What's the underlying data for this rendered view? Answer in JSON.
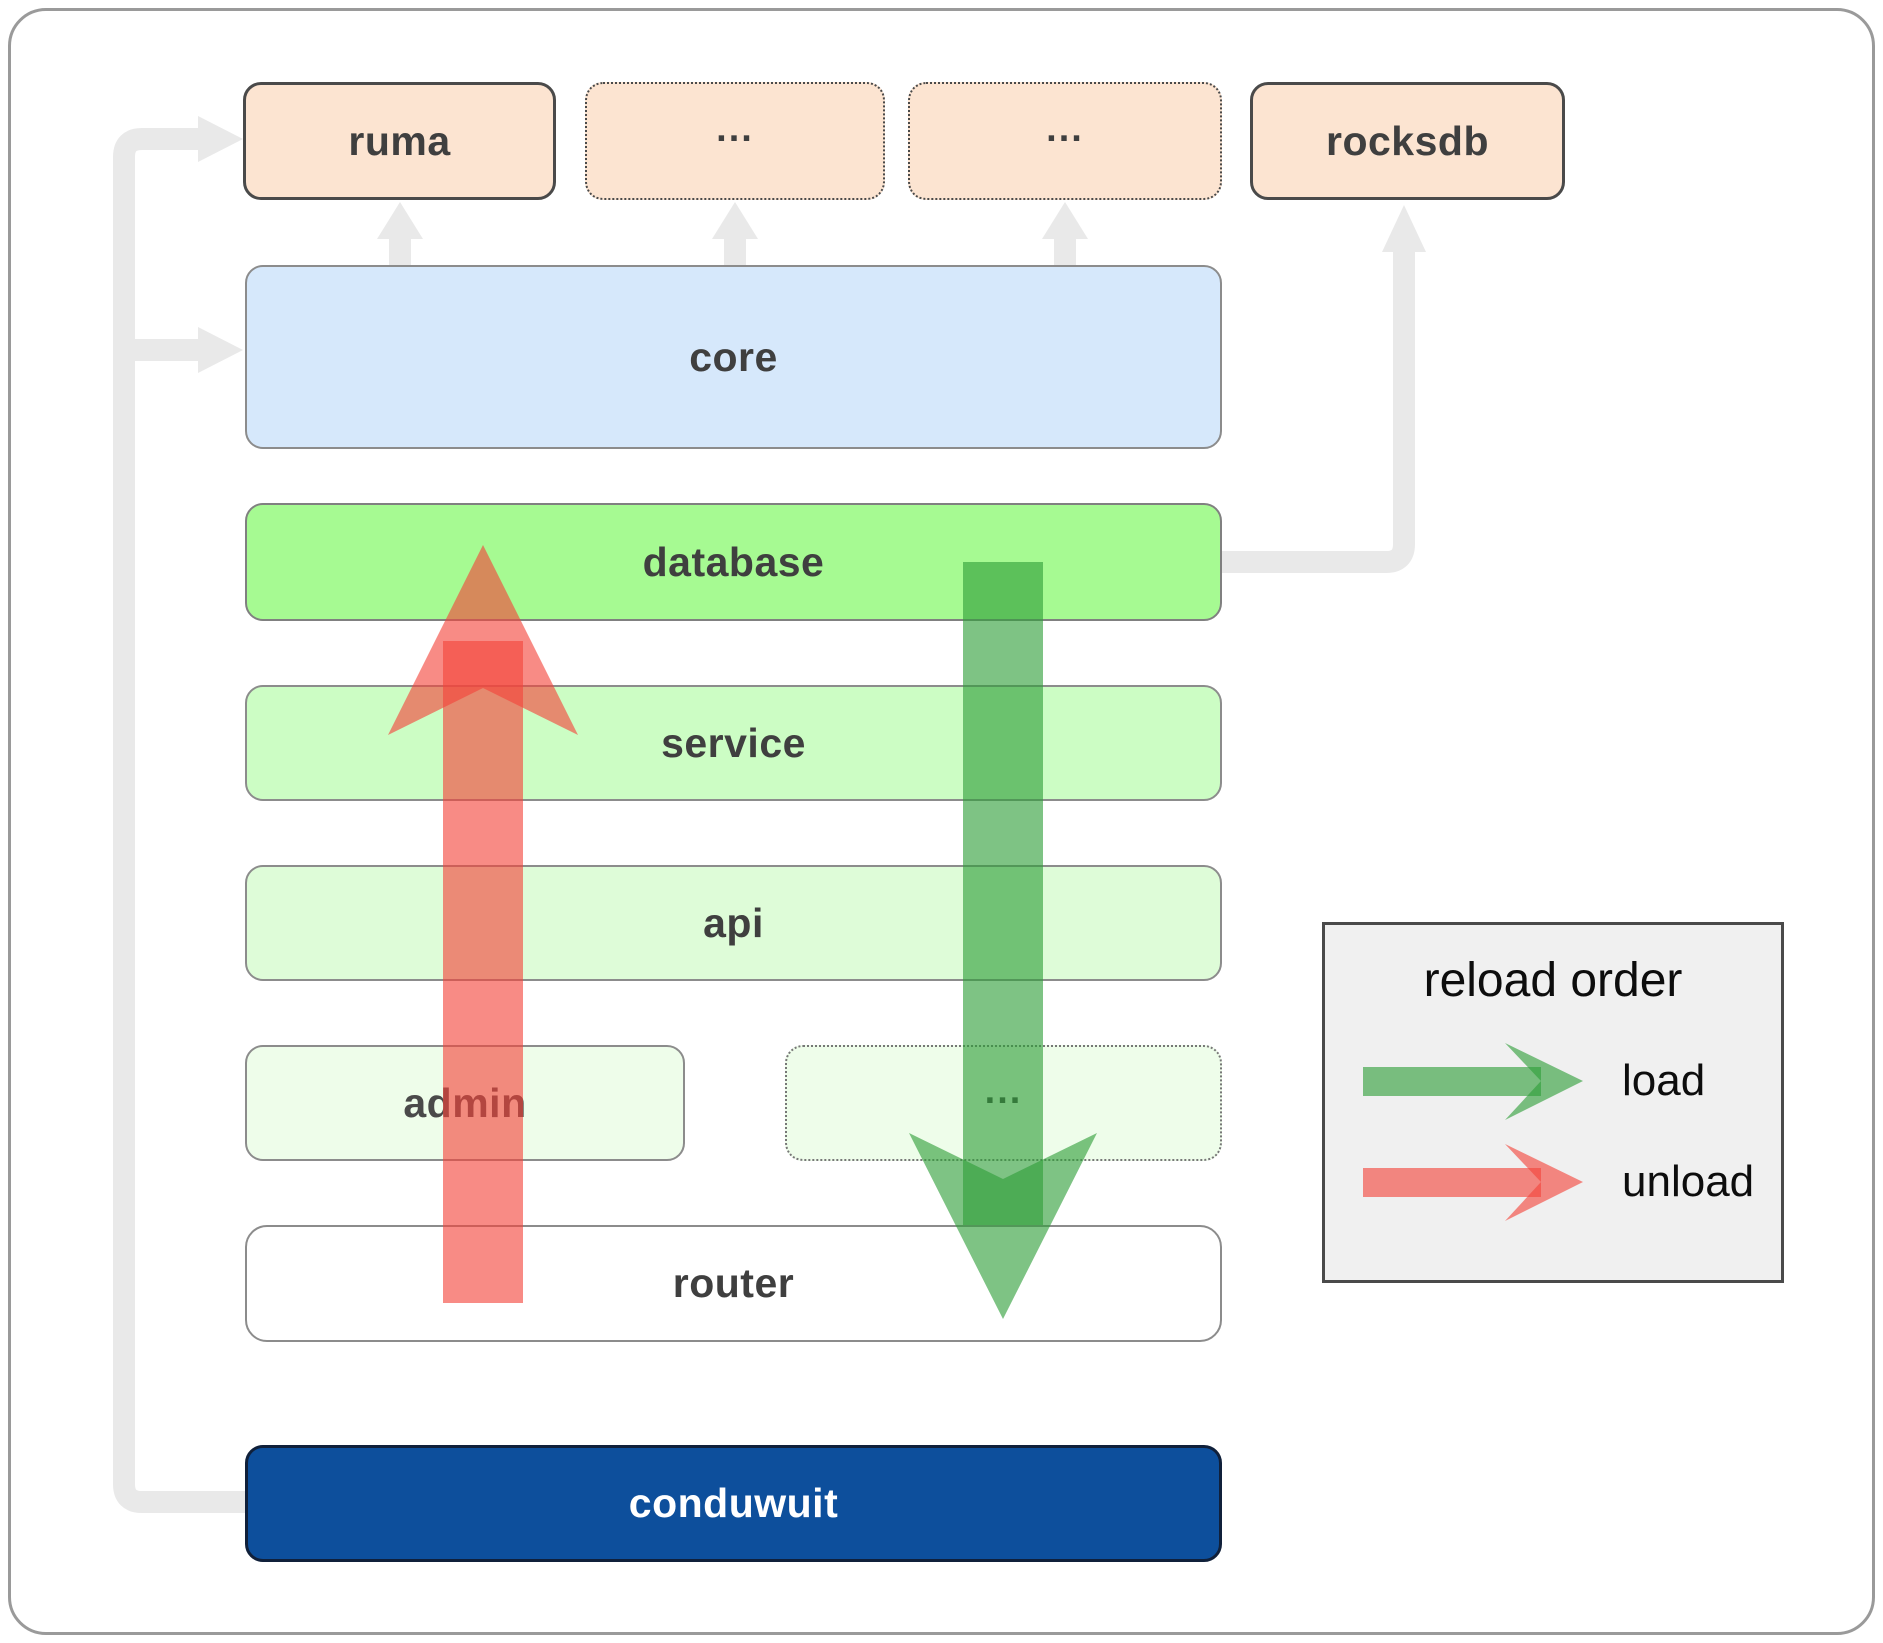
{
  "boxes": {
    "ruma": {
      "label": "ruma"
    },
    "module_top_1": {
      "label": "..."
    },
    "module_top_2": {
      "label": "..."
    },
    "rocksdb": {
      "label": "rocksdb"
    },
    "core": {
      "label": "core"
    },
    "database": {
      "label": "database"
    },
    "service": {
      "label": "service"
    },
    "api": {
      "label": "api"
    },
    "admin": {
      "label": "admin"
    },
    "module_bottom": {
      "label": "..."
    },
    "router": {
      "label": "router"
    },
    "conduwuit": {
      "label": "conduwuit"
    }
  },
  "legend": {
    "title": "reload order",
    "items": [
      {
        "label": "load",
        "color": "#2e9e38"
      },
      {
        "label": "unload",
        "color": "#f4433a"
      }
    ]
  },
  "colors": {
    "crate_fill": "#fce4d1",
    "core_fill": "#d6e8fb",
    "database_fill": "#a6fa92",
    "service_fill": "#ccfdc4",
    "api_fill": "#defcd8",
    "admin_fill": "#eefdea",
    "router_fill": "#ffffff",
    "conduwuit_fill": "#0d4f9c",
    "conduwuit_text": "#ffffff",
    "connector_gray": "#e9e9e9",
    "load_arrow": "#2e9e38",
    "unload_arrow": "#f4433a",
    "legend_bg": "#f0f0f0"
  }
}
